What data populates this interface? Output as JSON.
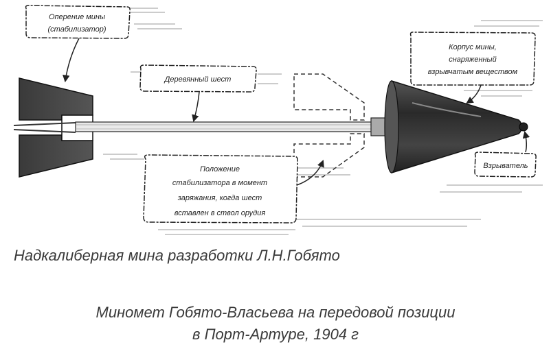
{
  "labels": {
    "stabilizer": [
      "Оперение мины",
      "(стабилизатор)"
    ],
    "pole": [
      "Деревянный шест"
    ],
    "body": [
      "Корпус мины,",
      "снаряженный",
      "взрывчатым веществом"
    ],
    "fuze": [
      "Взрыватель"
    ],
    "position": [
      "Положение",
      "стабилизатора в момент",
      "заряжания, когда шест",
      "вставлен в ствол орудия"
    ]
  },
  "caption_main": "Надкалиберная мина разработки Л.Н.Гобято",
  "caption_secondary": [
    "Миномет Гобято-Власьева на передовой позиции",
    "в Порт-Артуре, 1904 г"
  ]
}
